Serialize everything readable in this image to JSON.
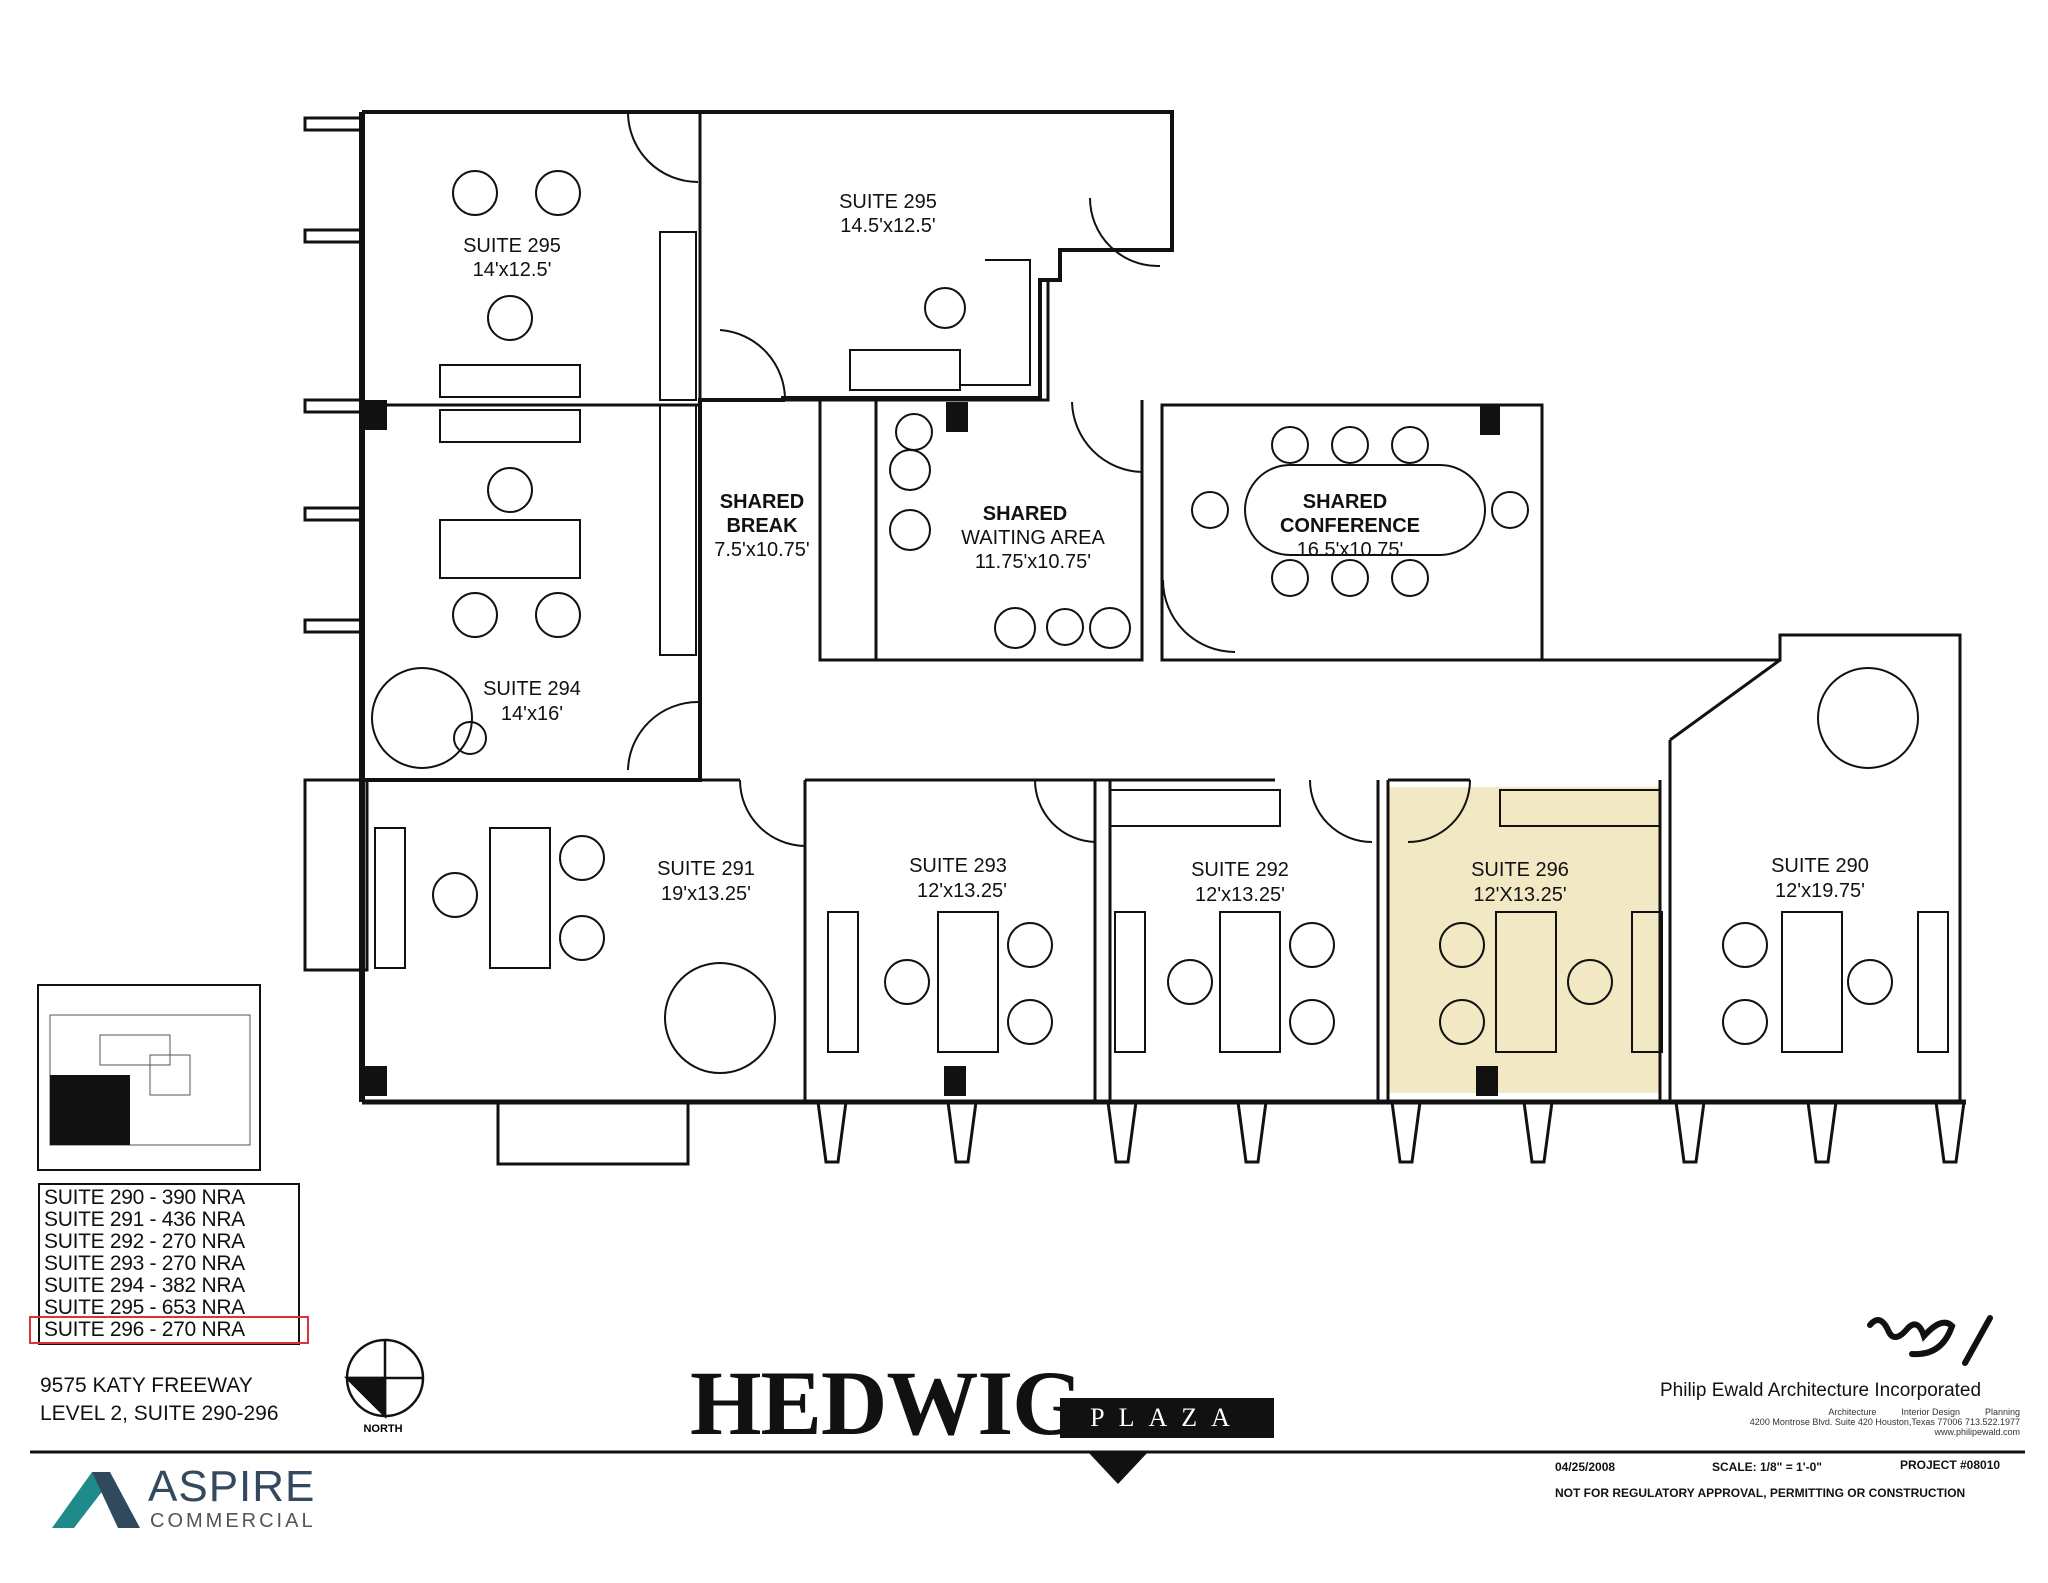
{
  "rooms": [
    {
      "id": "295a",
      "name": "SUITE 295",
      "size": "14'x12.5'"
    },
    {
      "id": "295b",
      "name": "SUITE 295",
      "size": "14.5'x12.5'"
    },
    {
      "id": "294",
      "name": "SUITE 294",
      "size": "14'x16'"
    },
    {
      "id": "break_1",
      "name": "SHARED",
      "size": "BREAK"
    },
    {
      "id": "break_2",
      "name": "7.5'x10.75'",
      "size": ""
    },
    {
      "id": "waiting_1",
      "name": "SHARED",
      "size": "WAITING AREA"
    },
    {
      "id": "waiting_2",
      "name": "11.75'x10.75'",
      "size": ""
    },
    {
      "id": "conf_1",
      "name": "SHARED",
      "size": "CONFERENCE"
    },
    {
      "id": "conf_2",
      "name": "16.5'x10.75'",
      "size": ""
    },
    {
      "id": "291",
      "name": "SUITE 291",
      "size": "19'x13.25'"
    },
    {
      "id": "293",
      "name": "SUITE 293",
      "size": "12'x13.25'"
    },
    {
      "id": "292",
      "name": "SUITE 292",
      "size": "12'x13.25'"
    },
    {
      "id": "296",
      "name": "SUITE 296",
      "size": "12'X13.25'"
    },
    {
      "id": "290",
      "name": "SUITE 290",
      "size": "12'x19.75'"
    }
  ],
  "highlight_color": "#f2e9c4",
  "legend_color": "#d9343a",
  "legend": [
    "SUITE 290 - 390 NRA",
    "SUITE 291 - 436 NRA",
    "SUITE 292 - 270 NRA",
    "SUITE 293 - 270 NRA",
    "SUITE 294 - 382 NRA",
    "SUITE 295 - 653 NRA",
    "SUITE 296 - 270 NRA"
  ],
  "highlighted_legend_row": "SUITE 296 - 270 NRA",
  "address": {
    "line1": "9575 KATY FREEWAY",
    "line2": "LEVEL 2, SUITE 290-296"
  },
  "north_label": "NORTH",
  "building": {
    "name": "HEDWIG",
    "sub": "PLAZA"
  },
  "brand": {
    "name": "ASPIRE",
    "sub": "COMMERCIAL"
  },
  "architect": {
    "name": "Philip Ewald Architecture Incorporated",
    "services": "Architecture          Interior Design          Planning",
    "address": "4200 Montrose Blvd. Suite 420  Houston,Texas 77006  713.522.1977",
    "web": "www.philipewald.com"
  },
  "date": "04/25/2008",
  "scale": "SCALE: 1/8\" = 1'-0\"",
  "project": "PROJECT #08010",
  "disclaimer": "NOT FOR REGULATORY APPROVAL, PERMITTING OR CONSTRUCTION"
}
